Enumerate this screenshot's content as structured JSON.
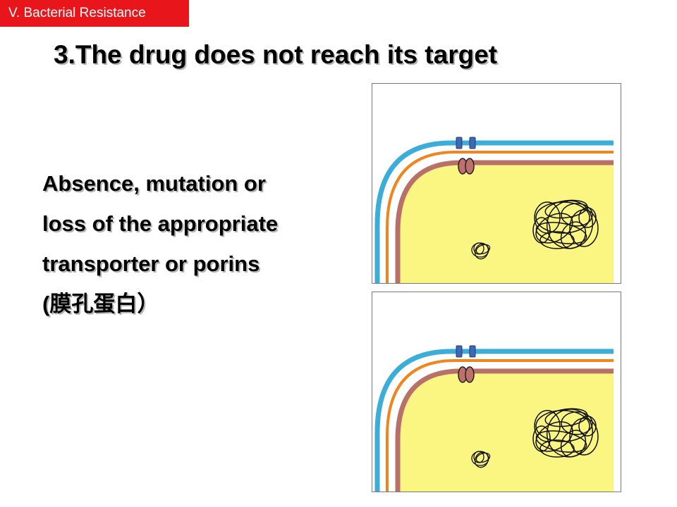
{
  "header": {
    "section_label": "V. Bacterial Resistance"
  },
  "slide": {
    "title": "3.The drug does not reach its target",
    "lines": [
      "Absence, mutation or",
      "loss of the appropriate",
      "transporter or porins",
      "(膜孔蛋白）"
    ]
  },
  "colors": {
    "badge": "#e8161b",
    "outer_membrane": "#3aaed8",
    "middle_layer": "#f0841e",
    "inner_membrane": "#b97068",
    "cytoplasm": "#fbf582",
    "porin": "#3f67b4",
    "transporter": "#c0706a"
  },
  "panels": [
    {
      "name": "cell-diagram-top"
    },
    {
      "name": "cell-diagram-bottom"
    }
  ]
}
